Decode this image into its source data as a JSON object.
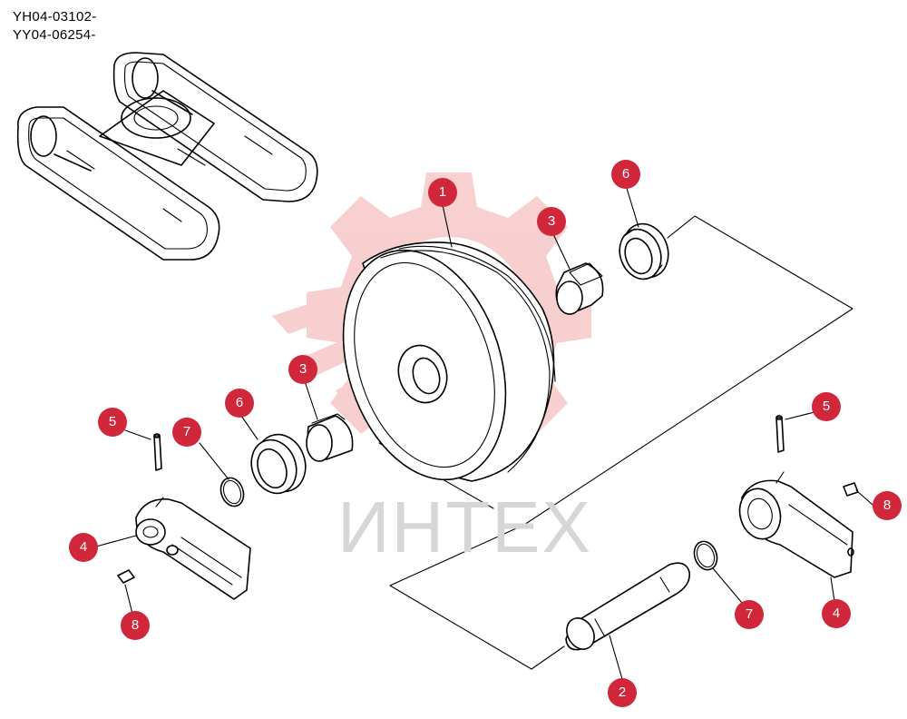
{
  "part_codes": [
    "YH04-03102-",
    "YY04-06254-"
  ],
  "watermark": {
    "text": "ИНТЕХ",
    "logo": "gear-logo",
    "logo_color": "#f4b7b7",
    "text_color": "#d6d6d6"
  },
  "callout_color": "#d0273a",
  "callouts": [
    {
      "id": "c1",
      "label": "1"
    },
    {
      "id": "c6a",
      "label": "6"
    },
    {
      "id": "c3a",
      "label": "3"
    },
    {
      "id": "c3b",
      "label": "3"
    },
    {
      "id": "c6b",
      "label": "6"
    },
    {
      "id": "c5a",
      "label": "5"
    },
    {
      "id": "c7a",
      "label": "7"
    },
    {
      "id": "c4a",
      "label": "4"
    },
    {
      "id": "c8a",
      "label": "8"
    },
    {
      "id": "c5b",
      "label": "5"
    },
    {
      "id": "c8b",
      "label": "8"
    },
    {
      "id": "c4b",
      "label": "4"
    },
    {
      "id": "c7b",
      "label": "7"
    },
    {
      "id": "c2",
      "label": "2"
    }
  ]
}
